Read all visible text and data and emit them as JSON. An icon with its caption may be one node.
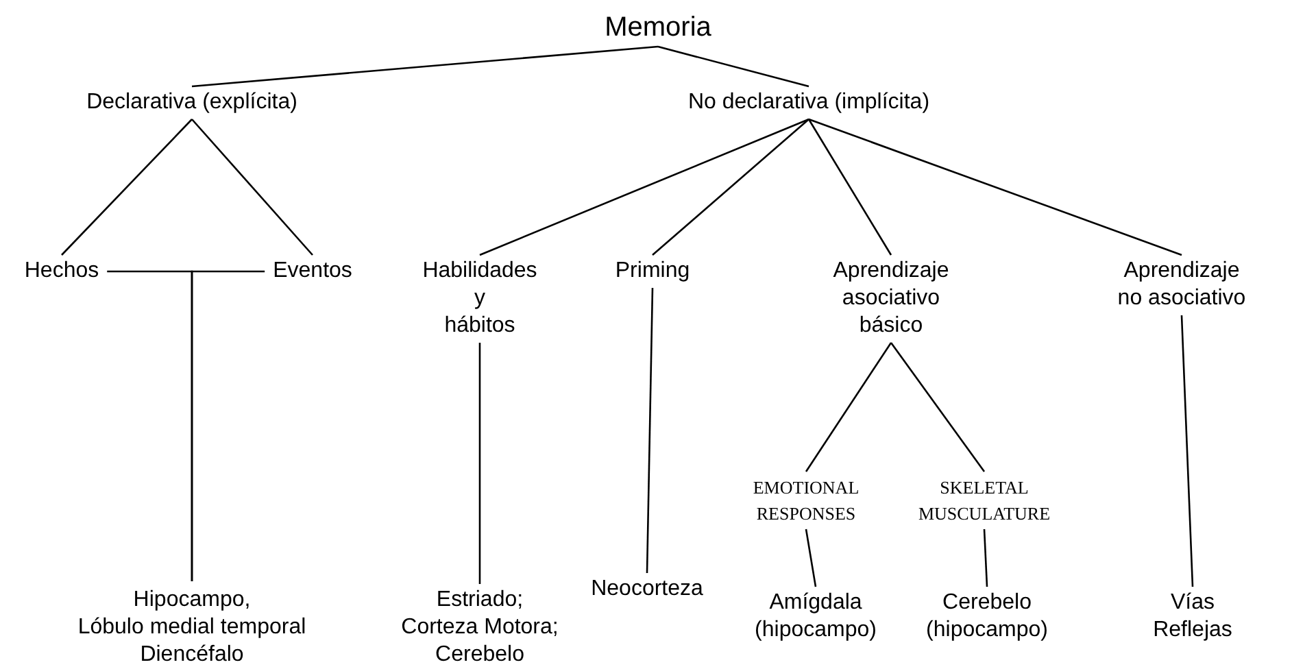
{
  "diagram": {
    "nodes": [
      {
        "text": [
          "Memoria"
        ]
      },
      {
        "text": [
          "Declarativa (explícita)"
        ]
      },
      {
        "text": [
          "No declarativa (implícita)"
        ]
      },
      {
        "text": [
          "Hechos"
        ]
      },
      {
        "text": [
          "Eventos"
        ]
      },
      {
        "text": [
          "Habilidades y hábitos"
        ]
      },
      {
        "text": [
          "Priming"
        ]
      },
      {
        "text": [
          "Aprendizaje asociativo básico"
        ]
      },
      {
        "text": [
          "Aprendizaje no asociativo"
        ]
      },
      {
        "text": [
          "EMOTIONAL RESPONSES"
        ]
      },
      {
        "text": [
          "SKELETAL MUSCULATURE"
        ]
      },
      {
        "text": [
          "Hipocampo, Lóbulo medial temporal Diencéfalo"
        ]
      },
      {
        "text": [
          "Estriado; Corteza Motora; Cerebelo"
        ]
      },
      {
        "text": [
          "Neocorteza"
        ]
      },
      {
        "text": [
          "Amígdala (hipocampo)"
        ]
      },
      {
        "text": [
          "Cerebelo (hipocampo)"
        ]
      },
      {
        "text": [
          "Vías Reflejas"
        ]
      }
    ],
    "edges": [
      {
        "from": 0,
        "to": 1,
        "arrow": "none"
      },
      {
        "from": 0,
        "to": 2,
        "arrow": "none"
      },
      {
        "from": 1,
        "to": 3,
        "arrow": "none"
      },
      {
        "from": 1,
        "to": 4,
        "arrow": "none"
      },
      {
        "from": 2,
        "to": 5,
        "arrow": "none"
      },
      {
        "from": 2,
        "to": 6,
        "arrow": "none"
      },
      {
        "from": 2,
        "to": 7,
        "arrow": "none"
      },
      {
        "from": 2,
        "to": 8,
        "arrow": "none"
      },
      {
        "from": 3,
        "to": 11,
        "arrow": "none"
      },
      {
        "from": 4,
        "to": 11,
        "arrow": "none"
      },
      {
        "from": 5,
        "to": 12,
        "arrow": "none"
      },
      {
        "from": 6,
        "to": 13,
        "arrow": "none"
      },
      {
        "from": 7,
        "to": 9,
        "arrow": "none"
      },
      {
        "from": 7,
        "to": 10,
        "arrow": "none"
      },
      {
        "from": 9,
        "to": 14,
        "arrow": "none"
      },
      {
        "from": 10,
        "to": 15,
        "arrow": "none"
      },
      {
        "from": 8,
        "to": 16,
        "arrow": "none"
      }
    ]
  }
}
